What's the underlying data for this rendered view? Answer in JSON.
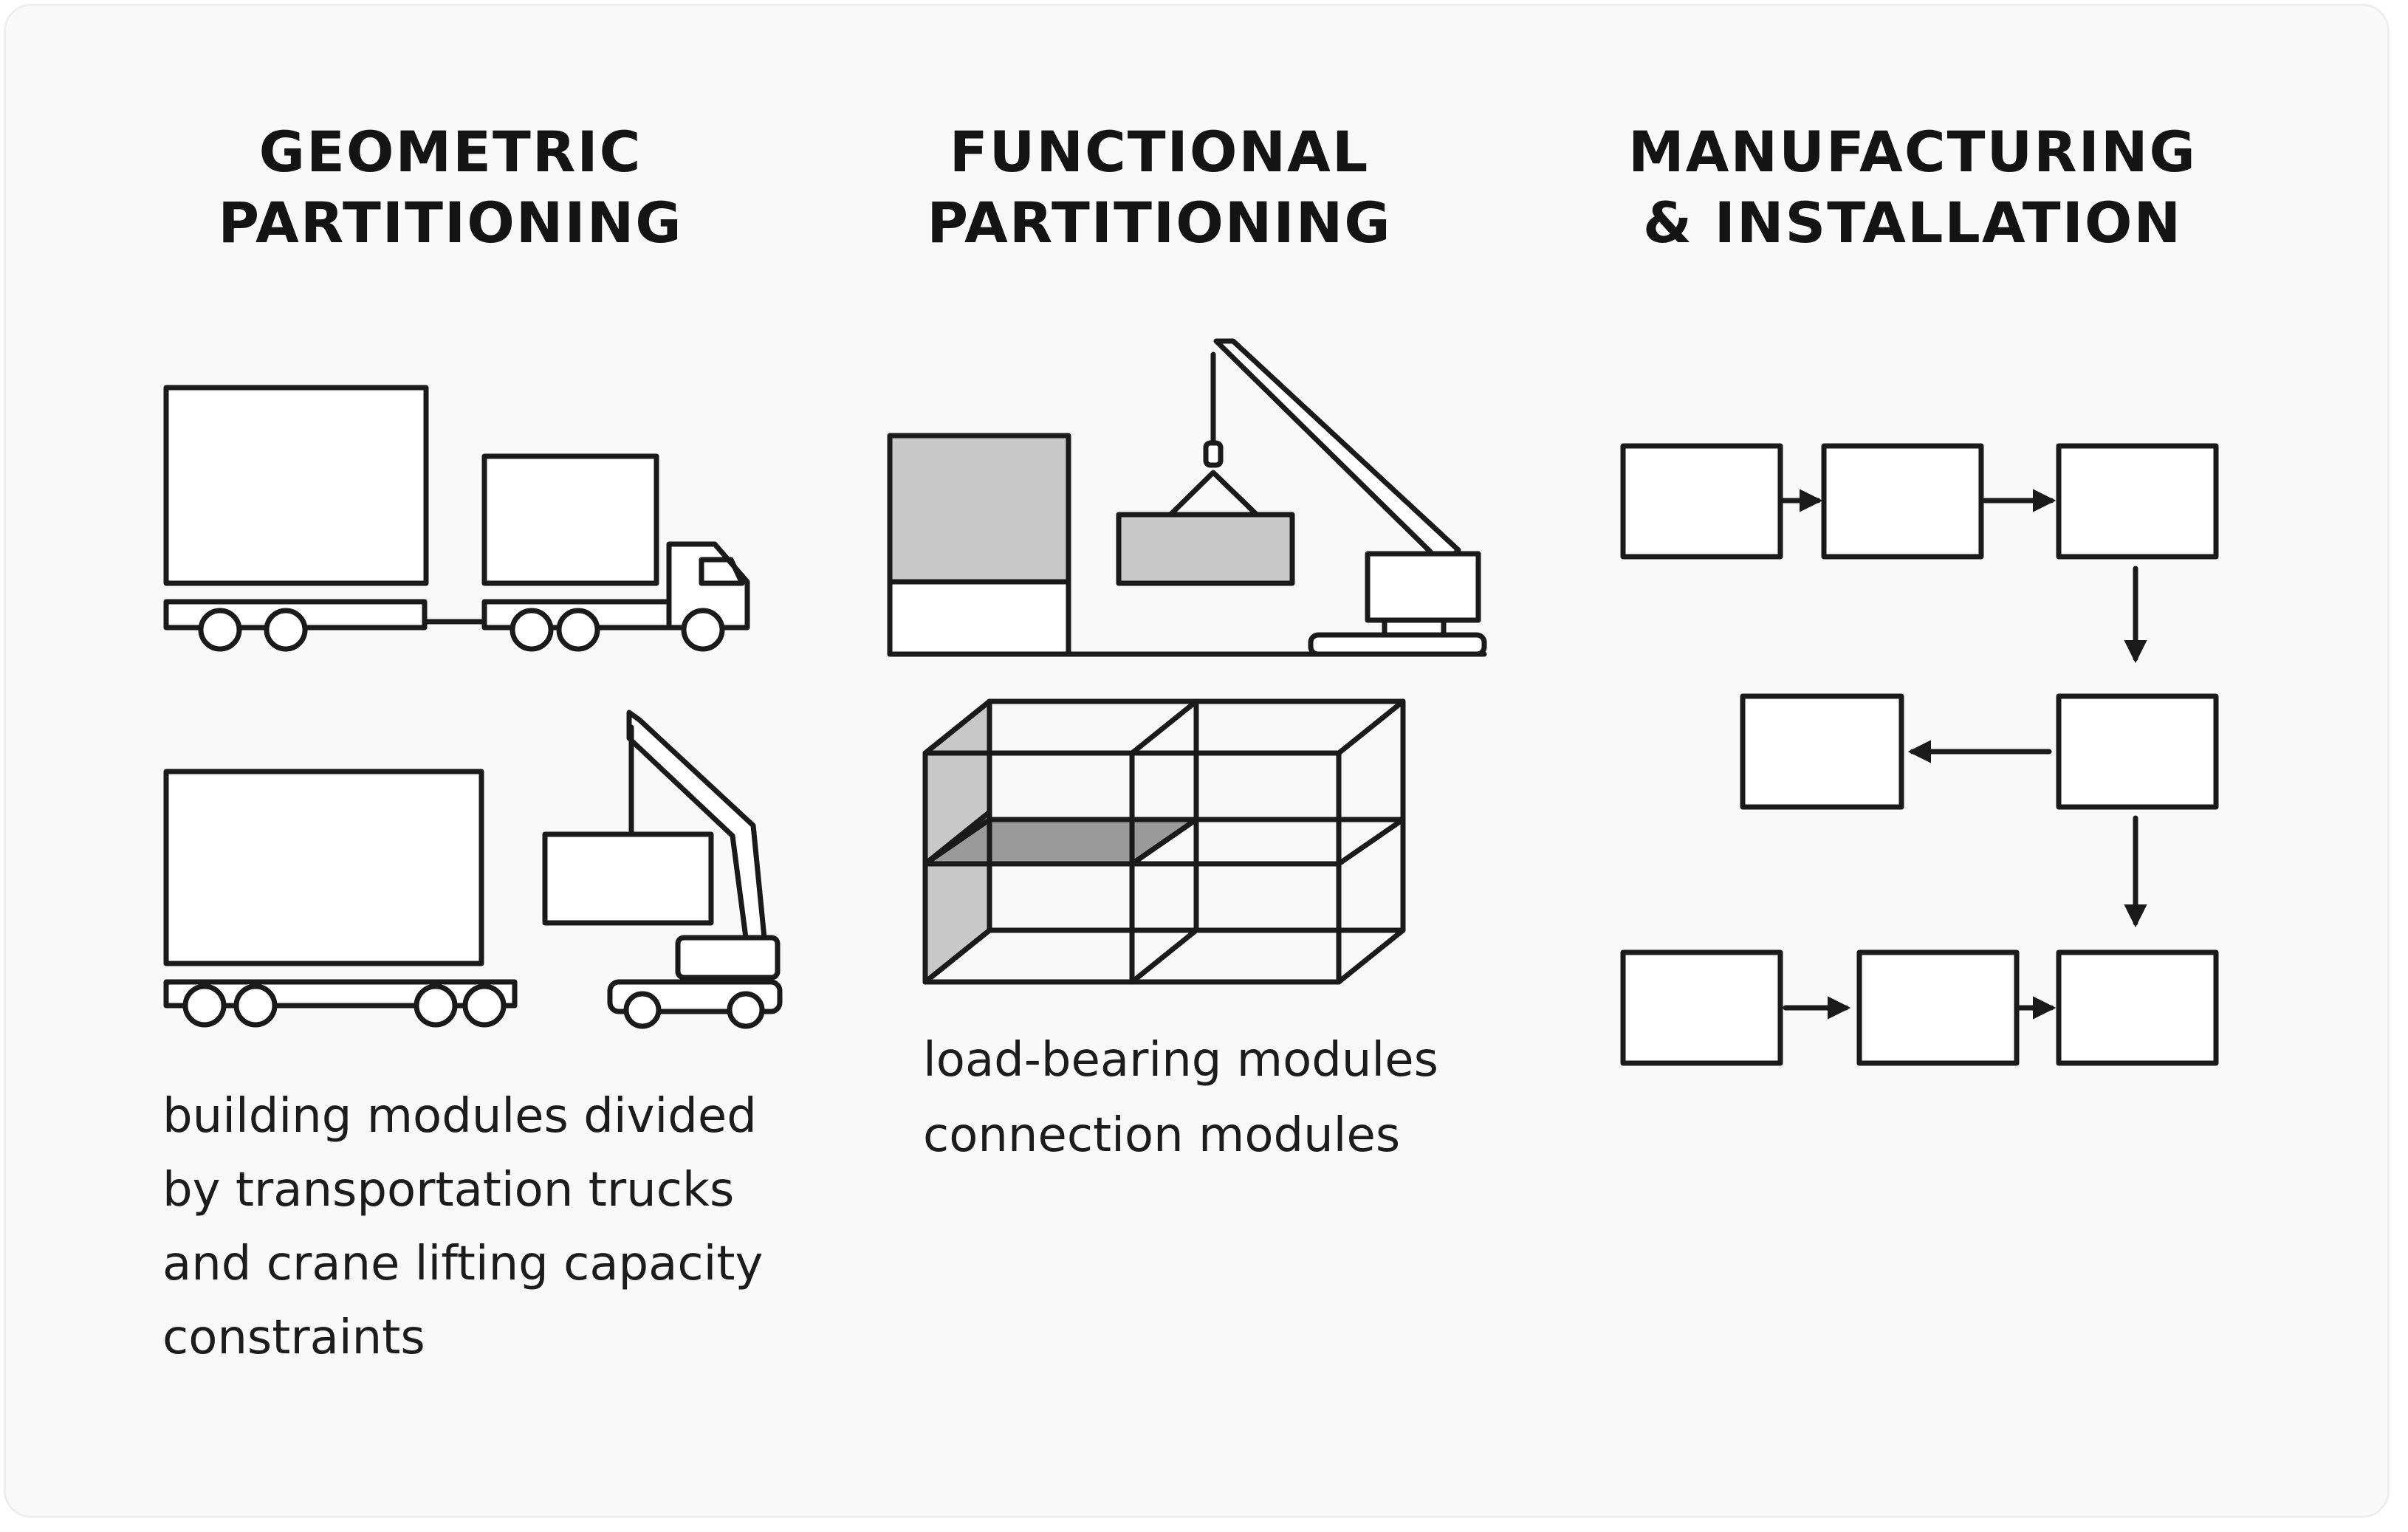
{
  "columns": {
    "geometric": {
      "title_line1": "GEOMETRIC",
      "title_line2": "PARTITIONING",
      "caption_lines": [
        "building modules divided",
        "by transportation trucks",
        "and crane lifting capacity",
        "constraints"
      ]
    },
    "functional": {
      "title_line1": "FUNCTIONAL",
      "title_line2": "PARTITIONING",
      "caption_lines": [
        "load-bearing modules",
        "connection modules"
      ]
    },
    "manufacturing": {
      "title_line1": "MANUFACTURING",
      "title_line2": "& INSTALLATION"
    }
  },
  "colors": {
    "background": "#f9f9f9",
    "stroke": "#1a1a1a",
    "light_shade": "#c8c8c8",
    "dark_shade": "#9a9a9a"
  },
  "icons": [
    "truck-trailer-icon",
    "flatbed-trailer-icon",
    "mobile-crane-icon",
    "tower-crane-icon",
    "module-frame-icon",
    "process-flow-diagram"
  ]
}
